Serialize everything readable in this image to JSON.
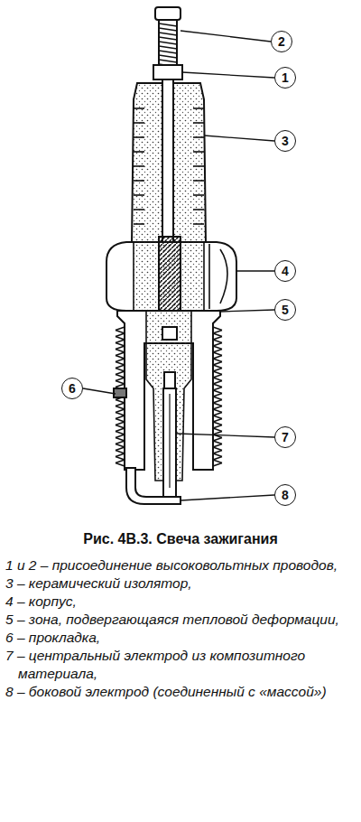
{
  "diagram": {
    "title": "Рис. 4В.3. Свеча зажигания",
    "nodes": [
      {
        "text": [
          "2"
        ]
      },
      {
        "text": [
          "1"
        ]
      },
      {
        "text": [
          "3"
        ]
      },
      {
        "text": [
          "4"
        ]
      },
      {
        "text": [
          "5"
        ]
      },
      {
        "text": [
          "6"
        ]
      },
      {
        "text": [
          "7"
        ]
      },
      {
        "text": [
          "8"
        ]
      }
    ],
    "labels": [
      "1 и 2 – присоединение высоковольтных проводов,",
      "3 – керамический изолятор,",
      "4 – корпус,",
      "5 – зона, подвергающаяся тепловой деформации,",
      "6 – прокладка,",
      "7 – центральный электрод из композитного материала,",
      "8 – боковой электрод (соединенный с «массой»)"
    ]
  }
}
